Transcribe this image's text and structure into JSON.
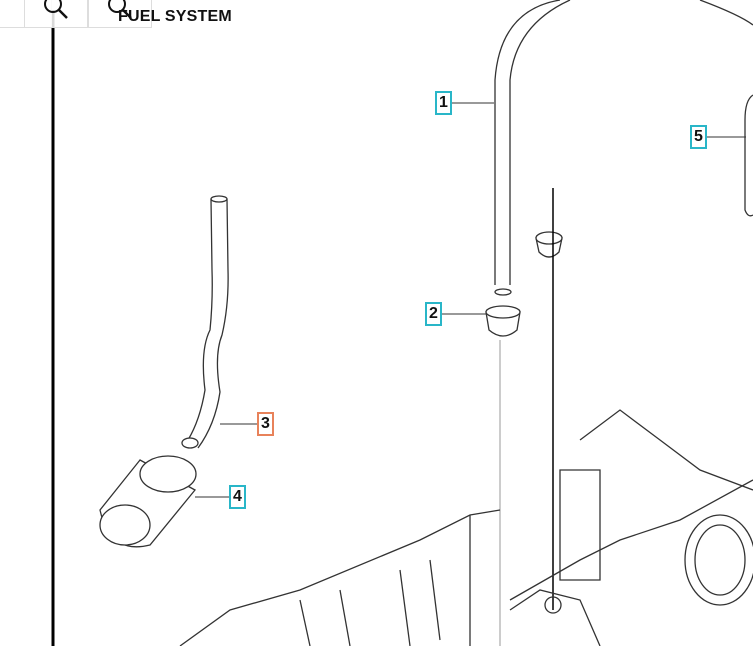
{
  "title": "FUEL SYSTEM",
  "toolbar": {
    "zoom_out_icon": "magnifier-minus-icon",
    "zoom_in_icon": "magnifier-plus-icon"
  },
  "callouts": [
    {
      "label": "1",
      "color": "#29b6c8"
    },
    {
      "label": "2",
      "color": "#29b6c8"
    },
    {
      "label": "3",
      "color": "#e8825a"
    },
    {
      "label": "4",
      "color": "#29b6c8"
    },
    {
      "label": "5",
      "color": "#29b6c8"
    }
  ]
}
